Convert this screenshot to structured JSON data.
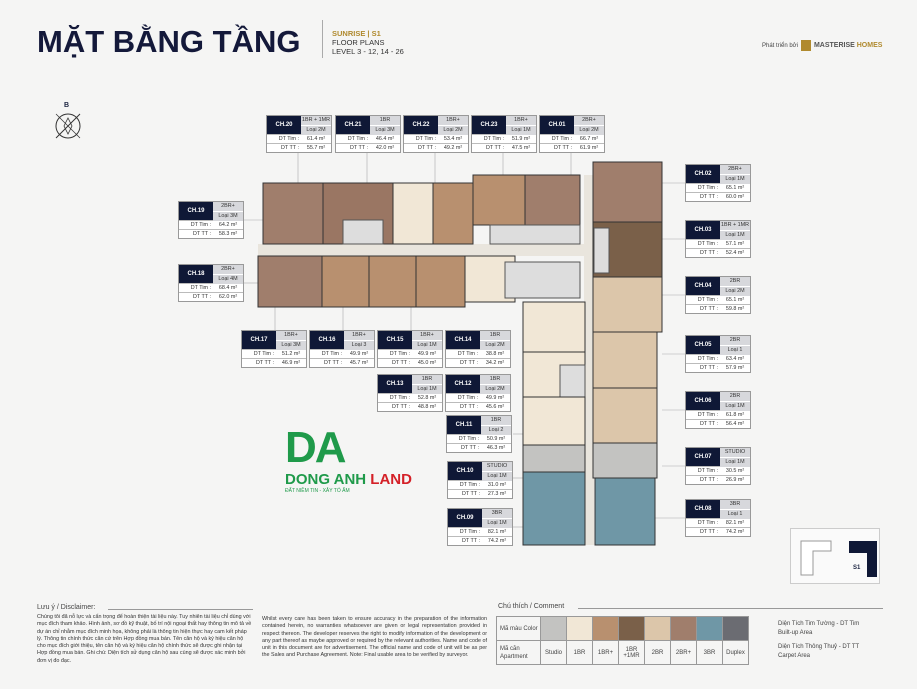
{
  "header": {
    "title": "MẶT BẰNG TẦNG",
    "project": "SUNRISE | S1",
    "floor_plans": "FLOOR PLANS",
    "level": "LEVEL 3 - 12, 14 - 26",
    "developed_by": "Phát triển bởi",
    "brand_a": "MASTERISE",
    "brand_b": "HOMES"
  },
  "compass": {
    "north_label": "B"
  },
  "units": [
    {
      "code": "CH.20",
      "type": "1BR + 1MR",
      "loai": "Loại 2M",
      "dt_tim": "61.4 m²",
      "dt_tt": "55.7 m²"
    },
    {
      "code": "CH.21",
      "type": "1BR",
      "loai": "Loại 3M",
      "dt_tim": "46.4 m²",
      "dt_tt": "42.0 m²"
    },
    {
      "code": "CH.22",
      "type": "1BR+",
      "loai": "Loại 2M",
      "dt_tim": "53.4 m²",
      "dt_tt": "49.2 m²"
    },
    {
      "code": "CH.23",
      "type": "1BR+",
      "loai": "Loại 1M",
      "dt_tim": "51.9 m²",
      "dt_tt": "47.5 m²"
    },
    {
      "code": "CH.01",
      "type": "2BR+",
      "loai": "Loại 2M",
      "dt_tim": "66.7 m²",
      "dt_tt": "61.9 m²"
    },
    {
      "code": "CH.02",
      "type": "2BR+",
      "loai": "Loại 1M",
      "dt_tim": "65.1 m²",
      "dt_tt": "60.0 m²"
    },
    {
      "code": "CH.03",
      "type": "1BR + 1MR",
      "loai": "Loại 1M",
      "dt_tim": "57.1 m²",
      "dt_tt": "52.4 m²"
    },
    {
      "code": "CH.04",
      "type": "2BR",
      "loai": "Loại 2M",
      "dt_tim": "65.1 m²",
      "dt_tt": "59.8 m²"
    },
    {
      "code": "CH.05",
      "type": "2BR",
      "loai": "Loại 1",
      "dt_tim": "63.4 m²",
      "dt_tt": "57.9 m²"
    },
    {
      "code": "CH.06",
      "type": "2BR",
      "loai": "Loại 1M",
      "dt_tim": "61.8 m²",
      "dt_tt": "56.4 m²"
    },
    {
      "code": "CH.07",
      "type": "STUDIO",
      "loai": "Loại 1M",
      "dt_tim": "30.5 m²",
      "dt_tt": "26.9 m²"
    },
    {
      "code": "CH.08",
      "type": "3BR",
      "loai": "Loại 1",
      "dt_tim": "82.1 m²",
      "dt_tt": "74.2 m²"
    },
    {
      "code": "CH.19",
      "type": "2BR+",
      "loai": "Loại 3M",
      "dt_tim": "64.2 m²",
      "dt_tt": "58.3 m²"
    },
    {
      "code": "CH.18",
      "type": "2BR+",
      "loai": "Loại 4M",
      "dt_tim": "68.4 m²",
      "dt_tt": "62.0 m²"
    },
    {
      "code": "CH.17",
      "type": "1BR+",
      "loai": "Loại 3M",
      "dt_tim": "51.2 m²",
      "dt_tt": "46.9 m²"
    },
    {
      "code": "CH.16",
      "type": "1BR+",
      "loai": "Loại 3",
      "dt_tim": "49.9 m²",
      "dt_tt": "45.7 m²"
    },
    {
      "code": "CH.15",
      "type": "1BR+",
      "loai": "Loại 1M",
      "dt_tim": "49.9 m²",
      "dt_tt": "45.0 m²"
    },
    {
      "code": "CH.14",
      "type": "1BR",
      "loai": "Loại 2M",
      "dt_tim": "38.8 m²",
      "dt_tt": "34.2 m²"
    },
    {
      "code": "CH.13",
      "type": "1BR",
      "loai": "Loại 1M",
      "dt_tim": "52.8 m²",
      "dt_tt": "48.8 m²"
    },
    {
      "code": "CH.12",
      "type": "1BR",
      "loai": "Loại 2M",
      "dt_tim": "49.9 m²",
      "dt_tt": "45.6 m²"
    },
    {
      "code": "CH.11",
      "type": "1BR",
      "loai": "Loại 2",
      "dt_tim": "50.9 m²",
      "dt_tt": "46.3 m²"
    },
    {
      "code": "CH.10",
      "type": "STUDIO",
      "loai": "Loại 1M",
      "dt_tim": "31.0 m²",
      "dt_tt": "27.3 m²"
    },
    {
      "code": "CH.09",
      "type": "3BR",
      "loai": "Loại 1M",
      "dt_tim": "82.1 m²",
      "dt_tt": "74.2 m²"
    }
  ],
  "unit_labels": {
    "dt_tim": "DT Tim :",
    "dt_tt": "DT TT :"
  },
  "watermark": {
    "logo": "DA",
    "name_a": "DONG ANH",
    "name_b": "LAND",
    "tagline": "ĐẤT NIỀM TIN - XÂY TỔ ẤM"
  },
  "keyplan": {
    "label": "S1"
  },
  "disclaimer": {
    "heading": "Lưu ý / Disclaimer:",
    "vi": "Chúng tôi đã nỗ lực và cẩn trọng để hoàn thiện tài liệu này. Tuy nhiên tài liệu chỉ dùng với mục đích tham khảo. Hình ảnh, sơ đồ kỹ thuật, bố trí nội ngoại thất hay thông tin mô tả về dự án chỉ nhằm mục đích minh họa, không phải là thông tin hiện thực hay cam kết pháp lý. Thông tin chính thức căn cứ trên Hợp đồng mua bán. Tên căn hộ và ký hiệu căn hộ cho mục đích giới thiệu, tên căn hộ và ký hiệu căn hộ chính thức sẽ được ghi nhận tại Hợp đồng mua bán. Ghi chú: Diện tích sử dụng căn hộ sau cùng sẽ được xác minh bởi đơn vị đo đạc.",
    "en": "Whilst every care has been taken to ensure accuracy in the preparation of the information contained herein, no warranties whatsoever are given or legal representation provided in respect thereon. The developer reserves the right to modify information of the development or any part thereof as maybe approved or required by the relevant authorities. Name and code of unit in this document are for advertisement. The official name and code of unit will be as per the Sales and Purchase Agreement. Note: Final usable area to be verified by surveyor."
  },
  "legend": {
    "heading": "Chú thích / Comment",
    "color_label": "Mã màu Color",
    "apt_label": "Mã căn Apartment",
    "items": [
      {
        "name": "Studio",
        "color": "#c3c3c1"
      },
      {
        "name": "1BR",
        "color": "#f1e7d6"
      },
      {
        "name": "1BR+",
        "color": "#b8906f"
      },
      {
        "name": "1BR +1MR",
        "color": "#7a6049"
      },
      {
        "name": "2BR",
        "color": "#dcc6aa"
      },
      {
        "name": "2BR+",
        "color": "#a07e6c"
      },
      {
        "name": "3BR",
        "color": "#6f97a6"
      },
      {
        "name": "Duplex",
        "color": "#6b6c72"
      }
    ],
    "note1_vi": "Diện Tích Tim Tường - DT Tim",
    "note1_en": "Built-up Area",
    "note2_vi": "Diện Tích Thông Thuỷ - DT TT",
    "note2_en": "Carpet Area"
  }
}
